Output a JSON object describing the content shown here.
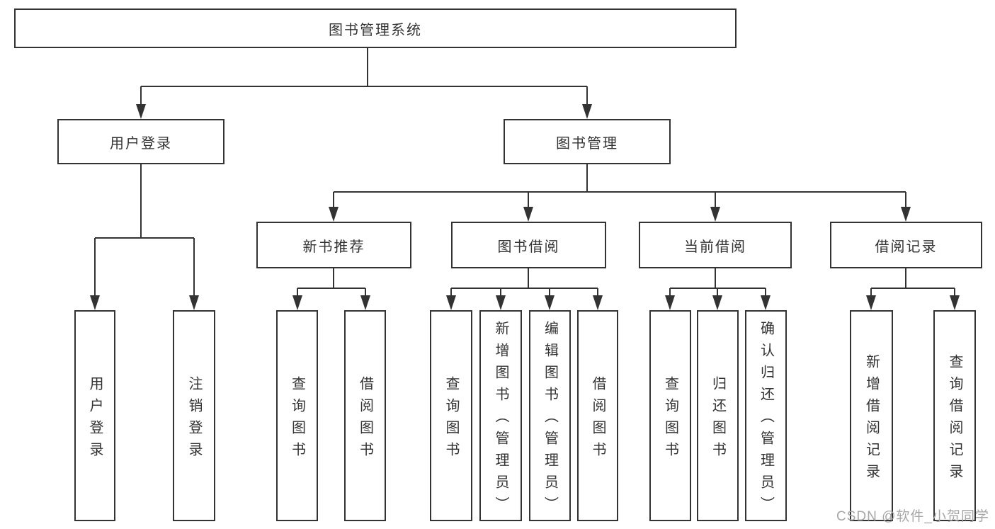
{
  "tree": {
    "root": "图书管理系统",
    "branches": [
      {
        "label": "用户登录",
        "children": [
          "用户登录",
          "注销登录"
        ]
      },
      {
        "label": "图书管理",
        "groups": [
          {
            "label": "新书推荐",
            "children": [
              "查询图书",
              "借阅图书"
            ]
          },
          {
            "label": "图书借阅",
            "children": [
              "查询图书",
              "新增图书（管理员）",
              "编辑图书（管理员）",
              "借阅图书"
            ]
          },
          {
            "label": "当前借阅",
            "children": [
              "查询图书",
              "归还图书",
              "确认归还（管理员）"
            ]
          },
          {
            "label": "借阅记录",
            "children": [
              "新增借阅记录",
              "查询借阅记录"
            ]
          }
        ]
      }
    ]
  },
  "watermark": {
    "text": "CSDN @软件_小贺同学"
  },
  "colors": {
    "line": "#333333",
    "box_background": "#ffffff",
    "watermark_text": "#a6a6a6"
  }
}
